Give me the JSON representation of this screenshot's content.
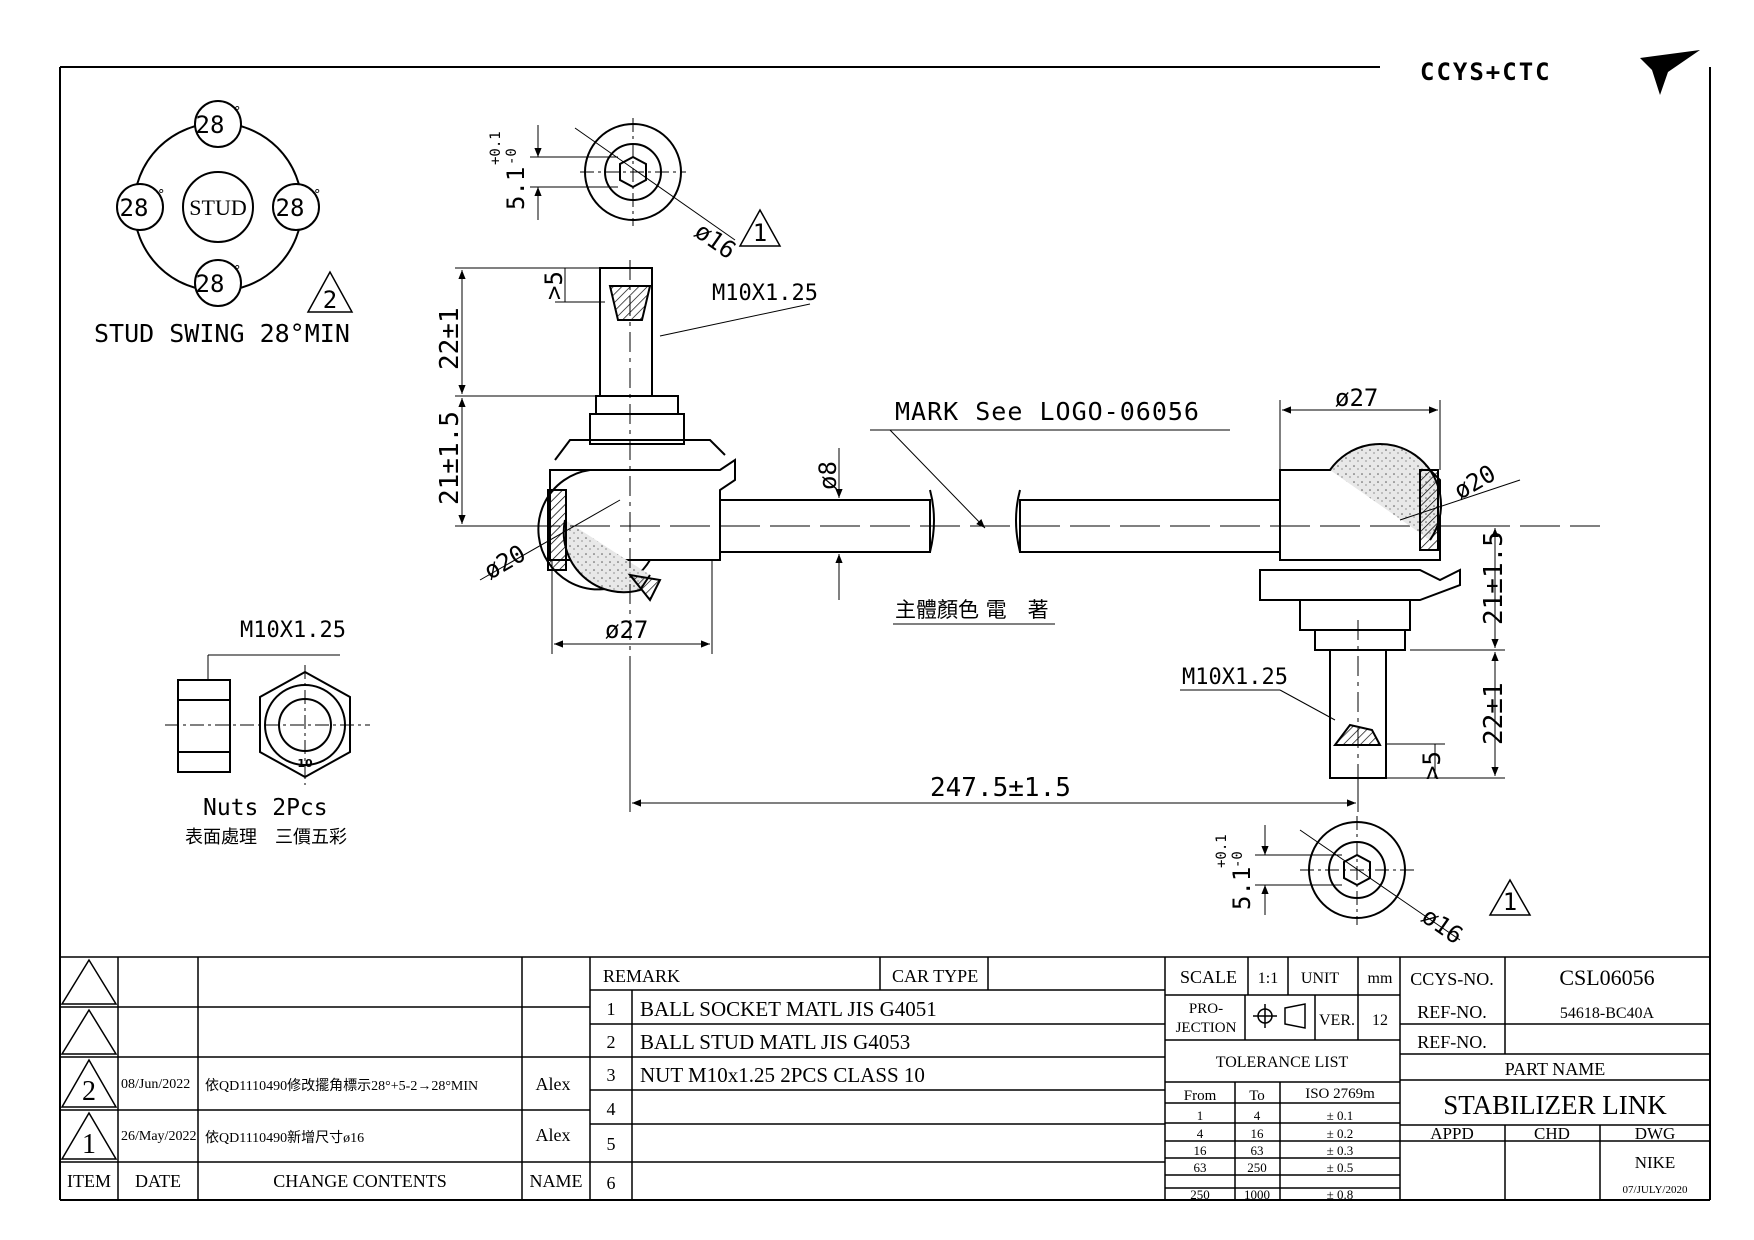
{
  "brand": {
    "text": "CCYS+CTC"
  },
  "stud_swing": {
    "angles": [
      "28",
      "28",
      "28",
      "28"
    ],
    "degree_mark": "°",
    "center": "STUD",
    "caption": "STUD SWING 28°MIN",
    "rev": "2"
  },
  "top_view": {
    "dim_tol": "+0.1\n-0",
    "dim_main": "5.1",
    "dia": "ø16",
    "rev": "1"
  },
  "bottom_view": {
    "dim_tol": "+0.1\n-0",
    "dim_main": "5.1",
    "dia": "ø16",
    "rev": "1"
  },
  "left_joint": {
    "thread": "M10X1.25",
    "d5": ">5",
    "d22": "22±1",
    "d21": "21±1.5",
    "d20": "ø20",
    "d27": "ø27"
  },
  "right_joint": {
    "thread": "M10X1.25",
    "d5": ">5",
    "d22": "22±1",
    "d21": "21±1.5",
    "d20": "ø20",
    "d27": "ø27"
  },
  "rod": {
    "mark": "MARK See LOGO-06056",
    "d8": "ø8",
    "color_note": "主體顏色 電　著",
    "length": "247.5±1.5"
  },
  "nut": {
    "thread": "M10X1.25",
    "size_mark": "10",
    "label": "Nuts 2Pcs",
    "finish": "表面處理　三價五彩"
  },
  "revisions": {
    "headers": {
      "item": "ITEM",
      "date": "DATE",
      "contents": "CHANGE CONTENTS",
      "name": "NAME"
    },
    "rows": [
      {
        "item": "",
        "date": "",
        "contents": "",
        "name": ""
      },
      {
        "item": "",
        "date": "",
        "contents": "",
        "name": ""
      },
      {
        "item": "2",
        "date": "08/Jun/2022",
        "contents": "依QD1110490修改擺角標示28°+5-2→28°MIN",
        "name": "Alex"
      },
      {
        "item": "1",
        "date": "26/May/2022",
        "contents": "依QD1110490新增尺寸ø16",
        "name": "Alex"
      }
    ]
  },
  "remarks": {
    "header": "REMARK",
    "car_type_label": "CAR TYPE",
    "car_type_value": "",
    "items": [
      {
        "no": "1",
        "text": "BALL SOCKET MATL JIS G4051"
      },
      {
        "no": "2",
        "text": "BALL STUD MATL JIS G4053"
      },
      {
        "no": "3",
        "text": "NUT M10x1.25 2PCS CLASS 10"
      },
      {
        "no": "4",
        "text": ""
      },
      {
        "no": "5",
        "text": ""
      },
      {
        "no": "6",
        "text": ""
      }
    ]
  },
  "spec": {
    "scale_label": "SCALE",
    "scale_value": "1:1",
    "unit_label": "UNIT",
    "unit_value": "mm",
    "projection_label": "PRO-\nJECTION",
    "ver_label": "VER.",
    "ver_value": "12",
    "tolerance_title": "TOLERANCE LIST",
    "tolerance_headers": [
      "From",
      "To",
      "ISO 2769m"
    ],
    "tolerance_rows": [
      [
        "1",
        "4",
        "± 0.1"
      ],
      [
        "4",
        "16",
        "± 0.2"
      ],
      [
        "16",
        "63",
        "± 0.3"
      ],
      [
        "63",
        "250",
        "± 0.5"
      ],
      [
        "250",
        "1000",
        "± 0.8"
      ]
    ]
  },
  "title_block": {
    "ccys_no_label": "CCYS-NO.",
    "ccys_no_value": "CSL06056",
    "ref_no_label": "REF-NO.",
    "ref_no_value": "54618-BC40A",
    "ref_no2_label": "REF-NO.",
    "ref_no2_value": "",
    "part_name_label": "PART NAME",
    "part_name_value": "STABILIZER LINK",
    "appd_label": "APPD",
    "chd_label": "CHD",
    "dwg_label": "DWG",
    "dwg_name": "NIKE",
    "dwg_date": "07/JULY/2020"
  }
}
